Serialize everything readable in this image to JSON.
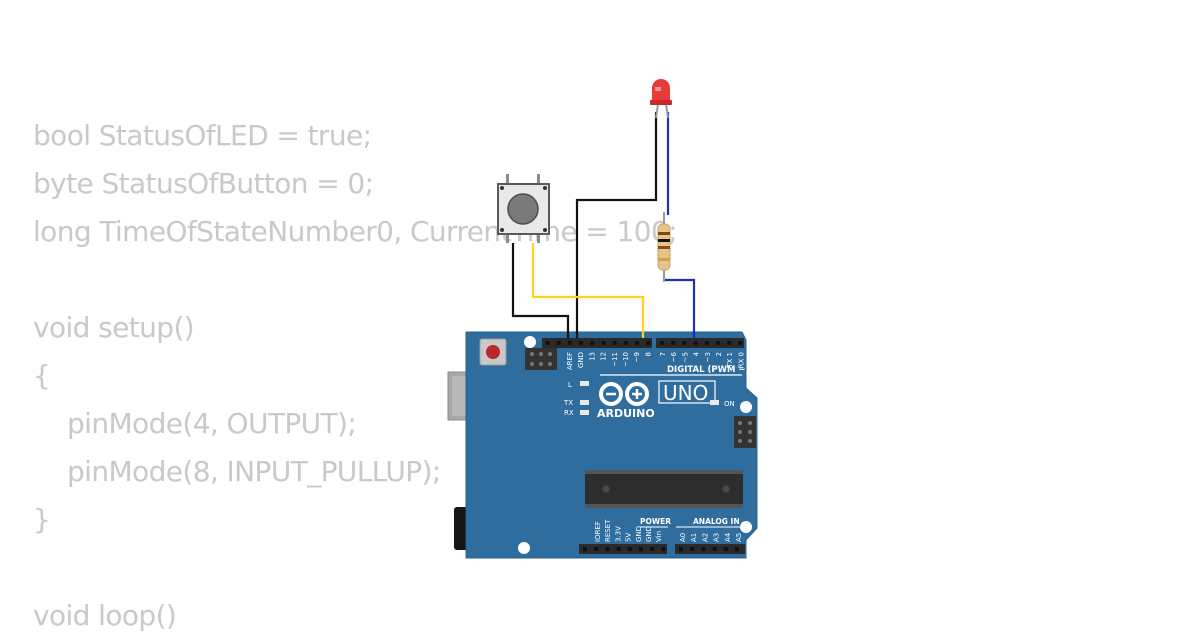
{
  "code_lines": [
    {
      "text": "bool StatusOfLED = true;",
      "indent": 0
    },
    {
      "text": "byte StatusOfButton = 0;",
      "indent": 0
    },
    {
      "text": "long TimeOfStateNumber0, CurrentTime = 100;",
      "indent": 0
    },
    {
      "text": "",
      "indent": 0
    },
    {
      "text": "void setup()",
      "indent": 0
    },
    {
      "text": "{",
      "indent": 0
    },
    {
      "text": "pinMode(4, OUTPUT);",
      "indent": 1
    },
    {
      "text": "pinMode(8, INPUT_PULLUP);",
      "indent": 1
    },
    {
      "text": "}",
      "indent": 0
    },
    {
      "text": "",
      "indent": 0
    },
    {
      "text": "void loop()",
      "indent": 0
    }
  ],
  "board": {
    "brand": "ARDUINO",
    "model": "UNO",
    "digital_header_label": "DIGITAL (PWM ~)",
    "power_label": "POWER",
    "analog_label": "ANALOG IN",
    "led_labels": [
      "L",
      "TX",
      "RX"
    ],
    "on_label": "ON",
    "digital_pins_left": [
      "AREF",
      "GND",
      "13",
      "12",
      "~11",
      "~10",
      "~9",
      "8"
    ],
    "digital_pins_right": [
      "7",
      "~6",
      "~5",
      "4",
      "~3",
      "2",
      "TX 1",
      "RX 0"
    ],
    "power_pins": [
      "IOREF",
      "RESET",
      "3.3V",
      "5V",
      "GND",
      "GND",
      "Vin"
    ],
    "analog_pins": [
      "A0",
      "A1",
      "A2",
      "A3",
      "A4",
      "A5"
    ],
    "color": "#2f6d9e"
  },
  "components": {
    "led_color": "#e83a3a",
    "button_cap_color": "#7a7a7a"
  },
  "wires": {
    "black": "#111111",
    "yellow": "#ffd21f",
    "blue": "#1c2fb5"
  }
}
